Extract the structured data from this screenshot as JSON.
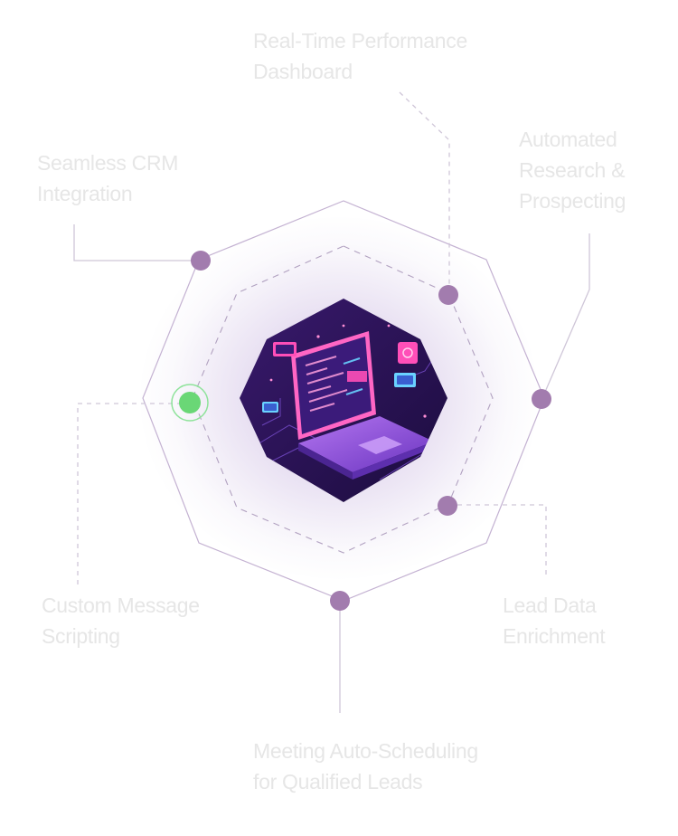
{
  "diagram": {
    "hub": {
      "illustration": "laptop-with-floating-ui-windows",
      "colors": {
        "background": "#2a1458",
        "laptop": "#8b4fd8",
        "screen": "#3b1b7a",
        "accent_pink": "#ff4fb8",
        "accent_cyan": "#6ad2ff"
      }
    },
    "features": [
      {
        "id": "dashboard",
        "lines": [
          "Real-Time Performance",
          "Dashboard"
        ]
      },
      {
        "id": "research",
        "lines": [
          "Automated",
          "Research &",
          "Prospecting"
        ]
      },
      {
        "id": "crm",
        "lines": [
          "Seamless CRM",
          "Integration"
        ]
      },
      {
        "id": "enrichment",
        "lines": [
          "Lead Data",
          "Enrichment"
        ]
      },
      {
        "id": "scripting",
        "lines": [
          "Custom Message",
          "Scripting"
        ]
      },
      {
        "id": "scheduling",
        "lines": [
          "Meeting Auto-Scheduling",
          "for Qualified Leads"
        ]
      }
    ],
    "active_node": "scripting",
    "colors": {
      "label_text": "#e6e6e6",
      "outer_ring": "#c4b2d2",
      "inner_ring": "#b1a1c0",
      "connector": "#cfc6d8",
      "node": "#a27cae",
      "active_node": "#6ad776",
      "active_ring": "#8ee39a"
    }
  }
}
